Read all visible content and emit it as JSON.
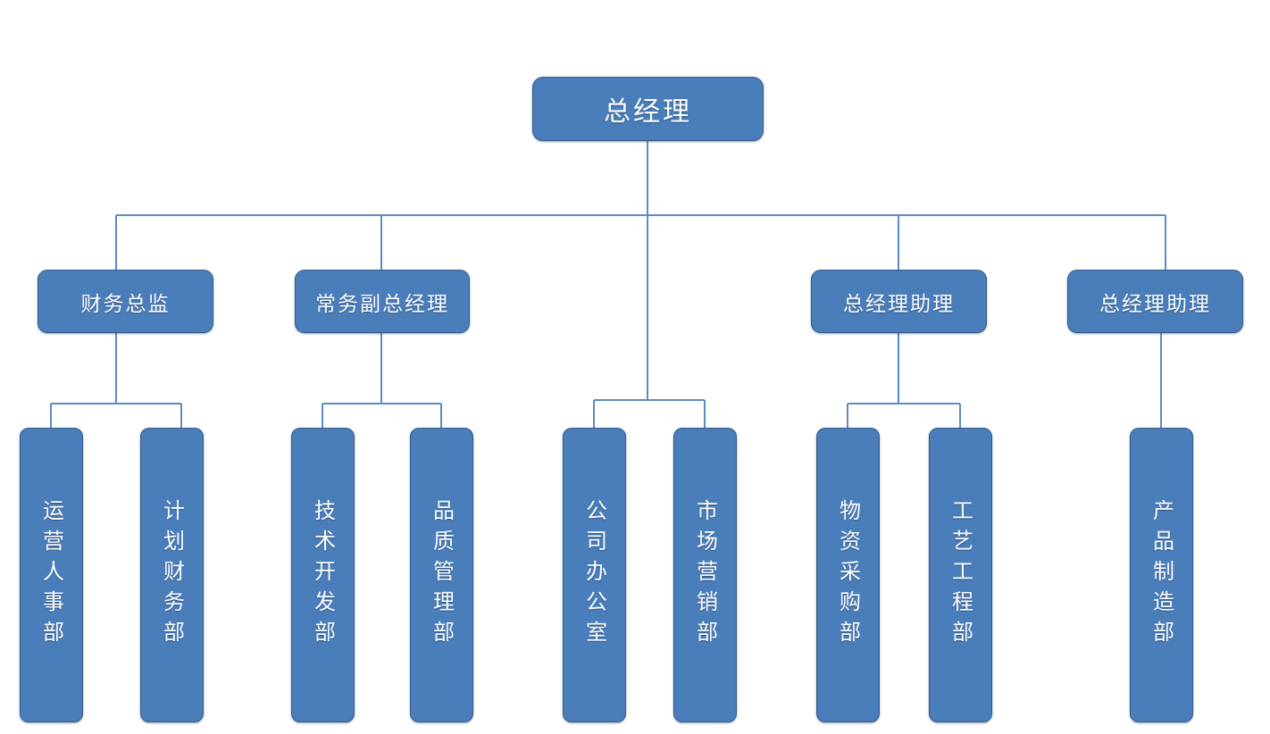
{
  "document": {
    "title": "公司组织结构图",
    "type": "organizational-chart",
    "orientation": "top-down"
  },
  "theme": {
    "node_fill": "#4A7EBB",
    "node_border": "#37598A",
    "node_text": "#FFFFFF",
    "connector_line": "#5B8CC4",
    "background": "#FFFFFF"
  },
  "chart_data": {
    "type": "tree",
    "root": "总经理",
    "levels": 3,
    "nodes": [
      {
        "id": "gm",
        "label": "总经理",
        "level": 1,
        "parent": null,
        "shape": "rounded-rect",
        "text_direction": "horizontal"
      },
      {
        "id": "cfo",
        "label": "财务总监",
        "level": 2,
        "parent": "gm",
        "shape": "rounded-rect",
        "text_direction": "horizontal"
      },
      {
        "id": "evp",
        "label": "常务副总经理",
        "level": 2,
        "parent": "gm",
        "shape": "rounded-rect",
        "text_direction": "horizontal"
      },
      {
        "id": "asst1",
        "label": "总经理助理",
        "level": 2,
        "parent": "gm",
        "shape": "rounded-rect",
        "text_direction": "horizontal"
      },
      {
        "id": "asst2",
        "label": "总经理助理",
        "level": 2,
        "parent": "gm",
        "shape": "rounded-rect",
        "text_direction": "horizontal"
      },
      {
        "id": "ops_hr",
        "label": "运营人事部",
        "level": 3,
        "parent": "cfo",
        "shape": "rounded-rect",
        "text_direction": "vertical"
      },
      {
        "id": "plan_fin",
        "label": "计划财务部",
        "level": 3,
        "parent": "cfo",
        "shape": "rounded-rect",
        "text_direction": "vertical"
      },
      {
        "id": "tech_dev",
        "label": "技术开发部",
        "level": 3,
        "parent": "evp",
        "shape": "rounded-rect",
        "text_direction": "vertical"
      },
      {
        "id": "quality",
        "label": "品质管理部",
        "level": 3,
        "parent": "evp",
        "shape": "rounded-rect",
        "text_direction": "vertical"
      },
      {
        "id": "office",
        "label": "公司办公室",
        "level": 3,
        "parent": "gm",
        "shape": "rounded-rect",
        "text_direction": "vertical"
      },
      {
        "id": "marketing",
        "label": "市场营销部",
        "level": 3,
        "parent": "gm",
        "shape": "rounded-rect",
        "text_direction": "vertical"
      },
      {
        "id": "purchase",
        "label": "物资采购部",
        "level": 3,
        "parent": "asst1",
        "shape": "rounded-rect",
        "text_direction": "vertical"
      },
      {
        "id": "process",
        "label": "工艺工程部",
        "level": 3,
        "parent": "asst1",
        "shape": "rounded-rect",
        "text_direction": "vertical"
      },
      {
        "id": "manufact",
        "label": "产品制造部",
        "level": 3,
        "parent": "asst2",
        "shape": "rounded-rect",
        "text_direction": "vertical"
      }
    ],
    "edges": [
      {
        "from": "gm",
        "to": "cfo"
      },
      {
        "from": "gm",
        "to": "evp"
      },
      {
        "from": "gm",
        "to": "asst1"
      },
      {
        "from": "gm",
        "to": "asst2"
      },
      {
        "from": "gm",
        "to": "office"
      },
      {
        "from": "gm",
        "to": "marketing"
      },
      {
        "from": "cfo",
        "to": "ops_hr"
      },
      {
        "from": "cfo",
        "to": "plan_fin"
      },
      {
        "from": "evp",
        "to": "tech_dev"
      },
      {
        "from": "evp",
        "to": "quality"
      },
      {
        "from": "asst1",
        "to": "purchase"
      },
      {
        "from": "asst1",
        "to": "process"
      },
      {
        "from": "asst2",
        "to": "manufact"
      }
    ]
  },
  "nodes": {
    "gm": "总经理",
    "cfo": "财务总监",
    "evp": "常务副总经理",
    "asst1": "总经理助理",
    "asst2": "总经理助理",
    "ops_hr": "运营人事部",
    "plan_fin": "计划财务部",
    "tech_dev": "技术开发部",
    "quality": "品质管理部",
    "office": "公司办公室",
    "marketing": "市场营销部",
    "purchase": "物资采购部",
    "process": "工艺工程部",
    "manufact": "产品制造部"
  }
}
